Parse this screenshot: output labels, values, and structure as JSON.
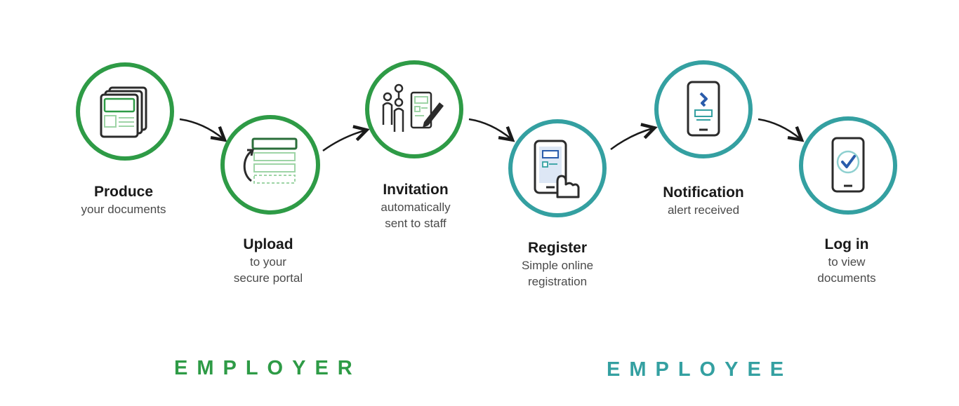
{
  "colors": {
    "employer": "#2e9b46",
    "employee": "#34a0a1",
    "ink": "#1a1a1a",
    "phone_blue": "#2a5cab"
  },
  "steps": [
    {
      "title": "Produce",
      "desc": [
        "your documents"
      ],
      "icon": "documents-icon"
    },
    {
      "title": "Upload",
      "desc": [
        "to your",
        "secure portal"
      ],
      "icon": "upload-icon"
    },
    {
      "title": "Invitation",
      "desc": [
        "automatically",
        "sent to staff"
      ],
      "icon": "invitation-icon"
    },
    {
      "title": "Register",
      "desc": [
        "Simple online",
        "registration"
      ],
      "icon": "register-phone-icon"
    },
    {
      "title": "Notification",
      "desc": [
        "alert received"
      ],
      "icon": "notification-phone-icon"
    },
    {
      "title": "Log in",
      "desc": [
        "to view",
        "documents"
      ],
      "icon": "login-phone-icon"
    }
  ],
  "groups": {
    "employer": "EMPLOYER",
    "employee": "EMPLOYEE"
  }
}
